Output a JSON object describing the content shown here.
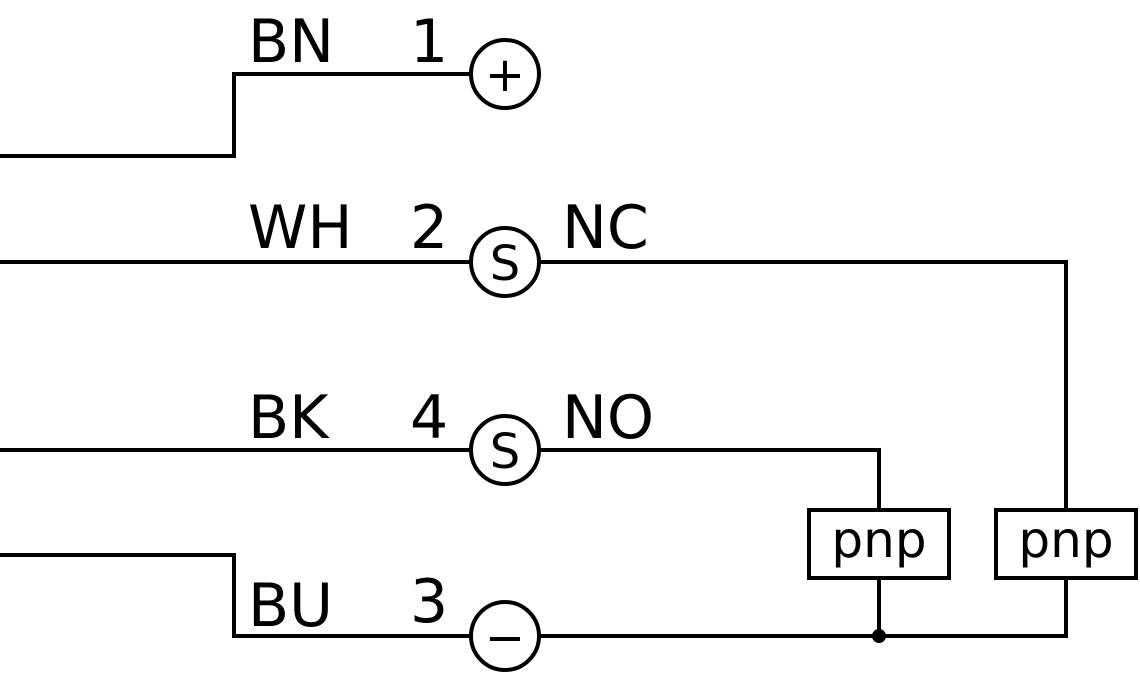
{
  "wires": [
    {
      "color_code": "BN",
      "pin": "1",
      "terminal_symbol": "+",
      "function": ""
    },
    {
      "color_code": "WH",
      "pin": "2",
      "terminal_symbol": "S",
      "function": "NC"
    },
    {
      "color_code": "BK",
      "pin": "4",
      "terminal_symbol": "S",
      "function": "NO"
    },
    {
      "color_code": "BU",
      "pin": "3",
      "terminal_symbol": "−",
      "function": ""
    }
  ],
  "outputs": [
    {
      "label": "pnp"
    },
    {
      "label": "pnp"
    }
  ],
  "colors": {
    "line": "#000000",
    "background": "#ffffff"
  }
}
